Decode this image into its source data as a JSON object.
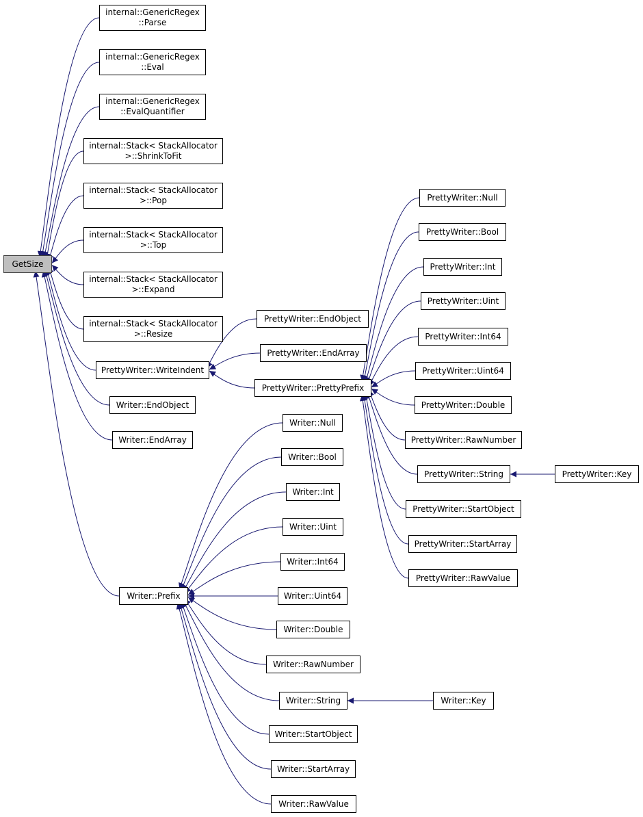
{
  "colors": {
    "edge": "#191970",
    "node_border": "#000000",
    "root_fill": "#bfbfbf"
  },
  "nodes": {
    "getsize": [
      "GetSize"
    ],
    "gr_parse": [
      "internal::GenericRegex",
      "::Parse"
    ],
    "gr_eval": [
      "internal::GenericRegex",
      "::Eval"
    ],
    "gr_evalq": [
      "internal::GenericRegex",
      "::EvalQuantifier"
    ],
    "st_shrink": [
      "internal::Stack< StackAllocator",
      ">::ShrinkToFit"
    ],
    "st_pop": [
      "internal::Stack< StackAllocator",
      ">::Pop"
    ],
    "st_top": [
      "internal::Stack< StackAllocator",
      ">::Top"
    ],
    "st_expand": [
      "internal::Stack< StackAllocator",
      ">::Expand"
    ],
    "st_resize": [
      "internal::Stack< StackAllocator",
      ">::Resize"
    ],
    "pw_writeindent": [
      "PrettyWriter::WriteIndent"
    ],
    "w_endobject": [
      "Writer::EndObject"
    ],
    "w_endarray": [
      "Writer::EndArray"
    ],
    "pw_endobject": [
      "PrettyWriter::EndObject"
    ],
    "pw_endarray": [
      "PrettyWriter::EndArray"
    ],
    "pw_prettyprefix": [
      "PrettyWriter::PrettyPrefix"
    ],
    "pw_null": [
      "PrettyWriter::Null"
    ],
    "pw_bool": [
      "PrettyWriter::Bool"
    ],
    "pw_int": [
      "PrettyWriter::Int"
    ],
    "pw_uint": [
      "PrettyWriter::Uint"
    ],
    "pw_int64": [
      "PrettyWriter::Int64"
    ],
    "pw_uint64": [
      "PrettyWriter::Uint64"
    ],
    "pw_double": [
      "PrettyWriter::Double"
    ],
    "pw_rawnumber": [
      "PrettyWriter::RawNumber"
    ],
    "pw_string": [
      "PrettyWriter::String"
    ],
    "pw_key": [
      "PrettyWriter::Key"
    ],
    "pw_startobject": [
      "PrettyWriter::StartObject"
    ],
    "pw_startarray": [
      "PrettyWriter::StartArray"
    ],
    "pw_rawvalue": [
      "PrettyWriter::RawValue"
    ],
    "w_prefix": [
      "Writer::Prefix"
    ],
    "w_null": [
      "Writer::Null"
    ],
    "w_bool": [
      "Writer::Bool"
    ],
    "w_int": [
      "Writer::Int"
    ],
    "w_uint": [
      "Writer::Uint"
    ],
    "w_int64": [
      "Writer::Int64"
    ],
    "w_uint64": [
      "Writer::Uint64"
    ],
    "w_double": [
      "Writer::Double"
    ],
    "w_rawnumber": [
      "Writer::RawNumber"
    ],
    "w_string": [
      "Writer::String"
    ],
    "w_key": [
      "Writer::Key"
    ],
    "w_startobject": [
      "Writer::StartObject"
    ],
    "w_startarray": [
      "Writer::StartArray"
    ],
    "w_rawvalue": [
      "Writer::RawValue"
    ]
  },
  "edges": [
    [
      "getsize",
      "gr_parse"
    ],
    [
      "getsize",
      "gr_eval"
    ],
    [
      "getsize",
      "gr_evalq"
    ],
    [
      "getsize",
      "st_shrink"
    ],
    [
      "getsize",
      "st_pop"
    ],
    [
      "getsize",
      "st_top"
    ],
    [
      "getsize",
      "st_expand"
    ],
    [
      "getsize",
      "st_resize"
    ],
    [
      "getsize",
      "pw_writeindent"
    ],
    [
      "getsize",
      "w_endobject"
    ],
    [
      "getsize",
      "w_endarray"
    ],
    [
      "getsize",
      "w_prefix"
    ],
    [
      "pw_writeindent",
      "pw_endobject"
    ],
    [
      "pw_writeindent",
      "pw_endarray"
    ],
    [
      "pw_writeindent",
      "pw_prettyprefix"
    ],
    [
      "pw_prettyprefix",
      "pw_null"
    ],
    [
      "pw_prettyprefix",
      "pw_bool"
    ],
    [
      "pw_prettyprefix",
      "pw_int"
    ],
    [
      "pw_prettyprefix",
      "pw_uint"
    ],
    [
      "pw_prettyprefix",
      "pw_int64"
    ],
    [
      "pw_prettyprefix",
      "pw_uint64"
    ],
    [
      "pw_prettyprefix",
      "pw_double"
    ],
    [
      "pw_prettyprefix",
      "pw_rawnumber"
    ],
    [
      "pw_prettyprefix",
      "pw_string"
    ],
    [
      "pw_prettyprefix",
      "pw_startobject"
    ],
    [
      "pw_prettyprefix",
      "pw_startarray"
    ],
    [
      "pw_prettyprefix",
      "pw_rawvalue"
    ],
    [
      "pw_string",
      "pw_key"
    ],
    [
      "w_prefix",
      "w_null"
    ],
    [
      "w_prefix",
      "w_bool"
    ],
    [
      "w_prefix",
      "w_int"
    ],
    [
      "w_prefix",
      "w_uint"
    ],
    [
      "w_prefix",
      "w_int64"
    ],
    [
      "w_prefix",
      "w_uint64"
    ],
    [
      "w_prefix",
      "w_double"
    ],
    [
      "w_prefix",
      "w_rawnumber"
    ],
    [
      "w_prefix",
      "w_string"
    ],
    [
      "w_prefix",
      "w_startobject"
    ],
    [
      "w_prefix",
      "w_startarray"
    ],
    [
      "w_prefix",
      "w_rawvalue"
    ],
    [
      "w_string",
      "w_key"
    ]
  ]
}
